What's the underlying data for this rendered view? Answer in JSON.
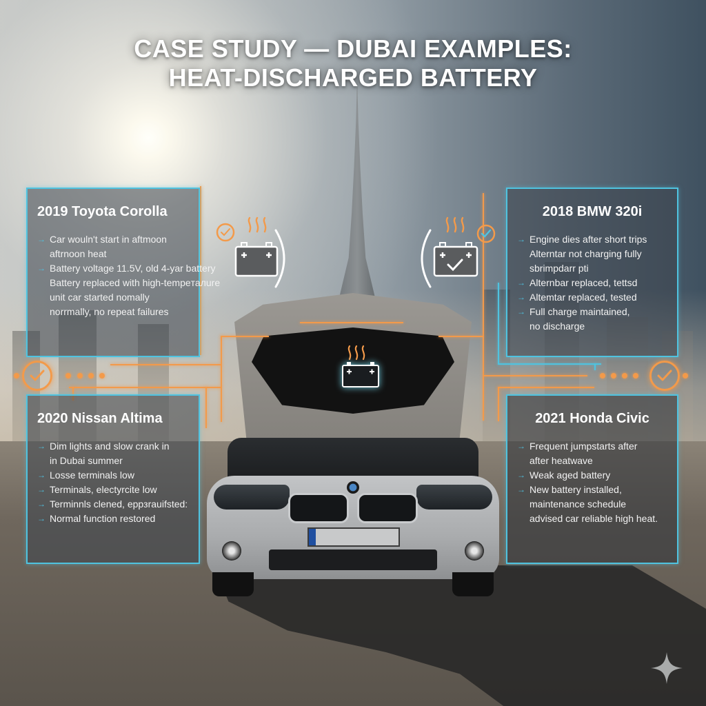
{
  "title": {
    "line1": "CASE STUDY — DUBAI EXAMPLES:",
    "line2": "HEAT-DISCHARGED BATTERY"
  },
  "colors": {
    "accent_cyan": "#4fc3e0",
    "accent_orange": "#f39a4a",
    "panel_bg": "rgba(60,68,76,0.55)",
    "text": "#ffffff"
  },
  "icons": {
    "left_battery": "battery-heat-icon",
    "left_check": "check-circle-icon",
    "right_battery": "battery-check-heat-icon",
    "right_check": "check-circle-icon",
    "hood_battery": "battery-heat-glow-icon",
    "side_checks": "check-circle-icon",
    "corner": "sparkle-icon"
  },
  "cases": [
    {
      "vehicle": "2019 Toyota Corolla",
      "position": "top-left",
      "lines": [
        {
          "arrow": true,
          "text": "Car wouln't start in aftmoon"
        },
        {
          "arrow": false,
          "text": "aftrnoon heat"
        },
        {
          "arrow": true,
          "text": "Battery voltage 11.5V, old 4-yar battery"
        },
        {
          "arrow": false,
          "text": "Battery replaced with high-tempeталure"
        },
        {
          "arrow": false,
          "text": "unit car started nomally"
        },
        {
          "arrow": false,
          "text": "norrmally, no repeat failures"
        }
      ]
    },
    {
      "vehicle": "2018 BMW 320i",
      "position": "top-right",
      "lines": [
        {
          "arrow": true,
          "text": "Engine dies after short trips"
        },
        {
          "arrow": false,
          "text": "Alterntar not charging fully"
        },
        {
          "arrow": false,
          "text": "sbrimpdarr pti"
        },
        {
          "arrow": true,
          "text": "Alternbar replaced, tettsd"
        },
        {
          "arrow": true,
          "text": "Altemtar replaced, tested"
        },
        {
          "arrow": true,
          "text": "Full charge maintained,"
        },
        {
          "arrow": false,
          "text": "no discharge"
        }
      ]
    },
    {
      "vehicle": "2020 Nissan Altima",
      "position": "bottom-left",
      "lines": [
        {
          "arrow": true,
          "text": "Dim lights and slow crank in"
        },
        {
          "arrow": false,
          "text": "in Dubai summer"
        },
        {
          "arrow": true,
          "text": "Losse terminals low"
        },
        {
          "arrow": true,
          "text": "Terminals, electyrcite low"
        },
        {
          "arrow": true,
          "text": "Terminnls clened, eppзrauifsted:"
        },
        {
          "arrow": true,
          "text": "Normal function restored"
        }
      ]
    },
    {
      "vehicle": "2021 Honda Civic",
      "position": "bottom-right",
      "lines": [
        {
          "arrow": true,
          "text": "Frequent jumpstarts after"
        },
        {
          "arrow": false,
          "text": "after heatwave"
        },
        {
          "arrow": true,
          "text": "Weak aged battery"
        },
        {
          "arrow": true,
          "text": "New battery installed,"
        },
        {
          "arrow": false,
          "text": "maintenance schedule"
        },
        {
          "arrow": false,
          "text": "advised car reliable high heat."
        }
      ]
    }
  ],
  "arrow_glyph": "→",
  "car": {
    "make_badge": "BMW",
    "plate_text": ""
  }
}
